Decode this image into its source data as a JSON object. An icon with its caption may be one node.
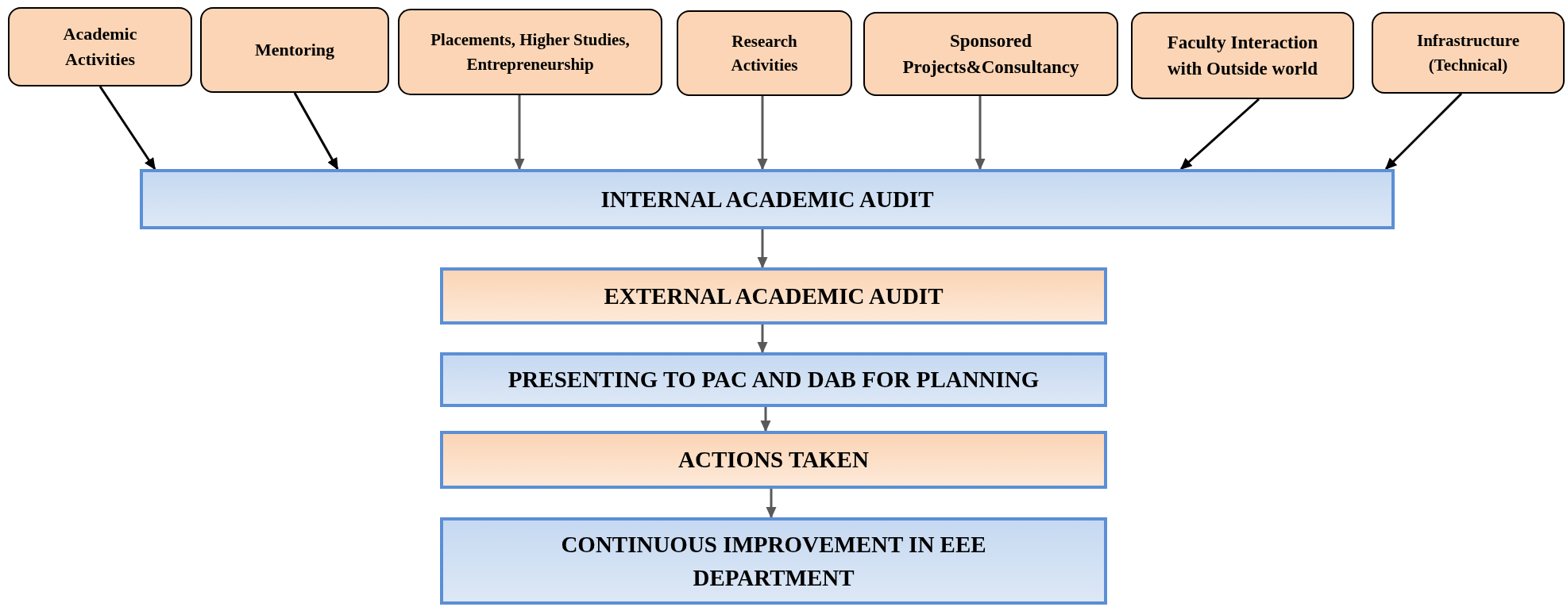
{
  "diagram": {
    "nodes": [
      {
        "text": [
          "Academic Activities"
        ]
      },
      {
        "text": [
          "Mentoring"
        ]
      },
      {
        "text": [
          "Placements, Higher Studies, Entrepreneurship"
        ]
      },
      {
        "text": [
          "Research Activities"
        ]
      },
      {
        "text": [
          "Sponsored Projects&Consultancy"
        ]
      },
      {
        "text": [
          "Faculty Interaction with Outside world"
        ]
      },
      {
        "text": [
          "Infrastructure (Technical)"
        ]
      },
      {
        "text": [
          "INTERNAL ACADEMIC AUDIT"
        ]
      },
      {
        "text": [
          "EXTERNAL ACADEMIC AUDIT"
        ]
      },
      {
        "text": [
          "PRESENTING TO PAC AND DAB FOR PLANNING"
        ]
      },
      {
        "text": [
          "ACTIONS TAKEN"
        ]
      },
      {
        "text": [
          "CONTINUOUS IMPROVEMENT IN EEE DEPARTMENT"
        ]
      }
    ],
    "edges": [
      {
        "from": 0,
        "to": 7,
        "arrow": "to",
        "color": "#000000"
      },
      {
        "from": 1,
        "to": 7,
        "arrow": "to",
        "color": "#000000"
      },
      {
        "from": 2,
        "to": 7,
        "arrow": "to"
      },
      {
        "from": 3,
        "to": 7,
        "arrow": "to"
      },
      {
        "from": 4,
        "to": 7,
        "arrow": "to"
      },
      {
        "from": 5,
        "to": 7,
        "arrow": "to",
        "color": "#000000"
      },
      {
        "from": 6,
        "to": 7,
        "arrow": "to",
        "color": "#000000"
      },
      {
        "from": 7,
        "to": 8,
        "arrow": "to"
      },
      {
        "from": 8,
        "to": 9,
        "arrow": "to"
      },
      {
        "from": 9,
        "to": 10,
        "arrow": "to"
      },
      {
        "from": 10,
        "to": 11,
        "arrow": "to"
      }
    ]
  }
}
